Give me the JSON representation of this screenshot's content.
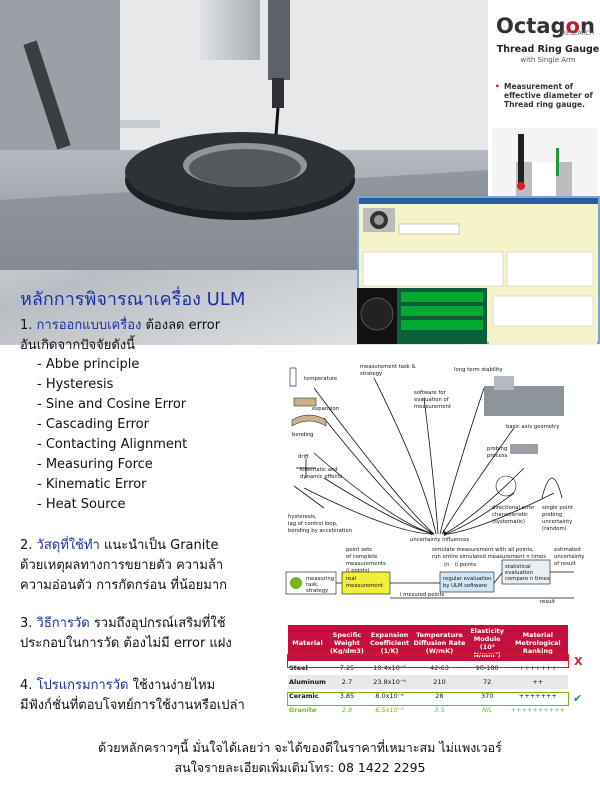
{
  "brand": {
    "logo_main": "Octag",
    "logo_o": "o",
    "logo_end": "n",
    "logo_sub": "RESEARCH",
    "product_title": "Thread Ring Gauge",
    "product_sub": "with Single Arm",
    "bullet": "Measurement of effective diameter of Thread ring gauge."
  },
  "title": "หลักการพิจารณาเครื่อง ULM",
  "sections": [
    {
      "num": "1.",
      "head": "การออกแบบเครื่อง",
      "rest": " ต้องลด error",
      "line2": "อันเกิดจากปัจจัยดังนี้"
    },
    {
      "num": "2.",
      "head": "วัสดุที่ใช้ทำ",
      "rest": " แนะนำเป็น Granite",
      "line2": "ด้วยเหตุผลทางการขยายตัว ความล้า",
      "line3": "ความอ่อนตัว การกัดกร่อน ที่น้อยมาก"
    },
    {
      "num": "3.",
      "head": "วิธีการวัด",
      "rest": " รวมถึงอุปกรณ์เสริมที่ใช้",
      "line2": "ประกอบในการวัด ต้องไม่มี error แฝง"
    },
    {
      "num": "4.",
      "head": "โปรแกรมการวัด",
      "rest": " ใช้งานง่ายไหม",
      "line2": "มีฟังก์ชั่นที่ตอบโจทย์การใช้งานหรือเปล่า"
    }
  ],
  "factors": [
    "- Abbe principle",
    "- Hysteresis",
    "- Sine and Cosine Error",
    "- Cascading Error",
    "- Contacting Alignment",
    "- Measuring Force",
    "- Kinematic Error",
    "- Heat Source"
  ],
  "diagram": {
    "temperature": "temperature",
    "expansion": "expansion",
    "bending": "bending",
    "drift": "drift",
    "kinematic1": "kinematic and",
    "kinematic2": "dynamic effects",
    "hyst1": "hysteresis,",
    "hyst2": "lag of control loop,",
    "hyst3": "bending by acceleration",
    "task1": "measurement task &",
    "task2": "strategy",
    "soft1": "software for",
    "soft2": "evaluation of",
    "soft3": "measurement",
    "longterm": "long term stability",
    "basic": "basic axis geometry",
    "probing1": "probing",
    "probing2": "process",
    "dir1": "directional error",
    "dir2": "characteristic",
    "dir3": "(systematic)",
    "sp1": "single point",
    "sp2": "probing",
    "sp3": "uncertainty",
    "sp4": "(random)",
    "unc": "uncertainty influences",
    "ps1": "point sets",
    "ps2": "of complete",
    "ps3": "measurements",
    "ps4": "(i points)",
    "sim1": "simulate measurement with all points,",
    "sim2": "run entire simulated measurement n times",
    "npts": "(n · i) points",
    "est1": "estimated",
    "est2": "uncertainty",
    "est3": "of result",
    "mt1": "measuring",
    "mt2": "task,",
    "mt3": "strategy",
    "rm1": "real",
    "rm2": "measurement",
    "re1": "regular evaluation",
    "re2": "by ULM software",
    "se1": "statistical",
    "se2": "evaluation",
    "se3": "compare n times",
    "imp": "i mesured points",
    "result": "result"
  },
  "table": {
    "headers": [
      "Material",
      "Specific Weight (Kg/dm3)",
      "Expansion Coefficient (1/K)",
      "Temperature Diffusion Rate (W/mK)",
      "Elasticity Module (10³ N/mm²)",
      "Material Metrological Ranking"
    ],
    "rows": [
      [
        "Steel",
        "7.25",
        "10.4x10⁻⁶",
        "42-63",
        "90-180",
        "+++++++"
      ],
      [
        "Aluminum",
        "2.7",
        "23.8x10⁻⁶",
        "210",
        "72",
        "++"
      ],
      [
        "Ceramic",
        "3.85",
        "8.0x10⁻⁶",
        "28",
        "370",
        "+++++++"
      ],
      [
        "Granite",
        "2.8",
        "6.5x10⁻⁶",
        "3.5",
        "NIL",
        "++++++++++"
      ]
    ],
    "mark_bad": "X",
    "mark_good": "✔"
  },
  "footer": {
    "line1": "ด้วยหลักคราวๆนี้ มั่นใจได้เลยว่า จะได้ของดีในราคาที่เหมาะสม ไม่แพงเวอร์",
    "line2": "สนใจรายละเอียดเพิ่มเติมโทร: 08 1422 2295"
  }
}
